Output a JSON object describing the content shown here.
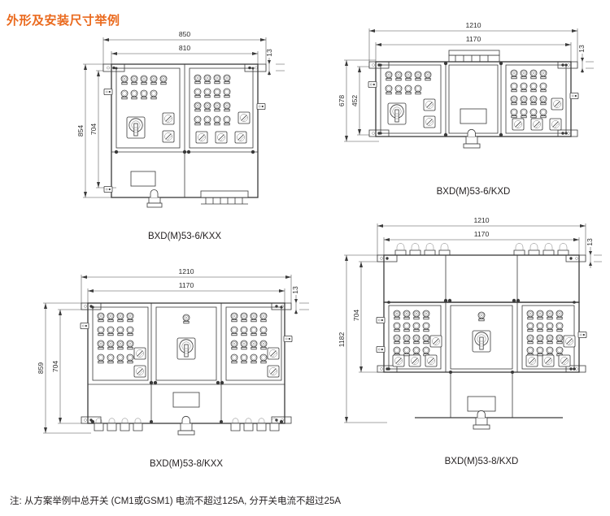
{
  "page": {
    "title": "外形及安装尺寸举例",
    "title_color": "#ea6a1e",
    "footnote": "注:  从方案举例中总开关 (CM1或GSM1) 电流不超过125A,  分开关电流不超过25A",
    "background": "#ffffff",
    "line_color": "#3a3a3a"
  },
  "figures": [
    {
      "id": "fig-bxd53-6-kxx",
      "caption": "BXD(M)53-6/KXX",
      "panels": 2,
      "has_center_panel": false,
      "dimensions": {
        "overall_width": "850",
        "inner_width": "810",
        "overall_height": "854",
        "inner_height": "704",
        "bracket_thickness": "13"
      }
    },
    {
      "id": "fig-bxd53-6-kxd",
      "caption": "BXD(M)53-6/KXD",
      "panels": 2,
      "has_center_panel": true,
      "dimensions": {
        "overall_width": "1210",
        "inner_width": "1170",
        "overall_height": "678",
        "inner_height": "452",
        "bracket_thickness": "13"
      }
    },
    {
      "id": "fig-bxd53-8-kxx",
      "caption": "BXD(M)53-8/KXX",
      "panels": 3,
      "has_center_panel": true,
      "dimensions": {
        "overall_width": "1210",
        "inner_width": "1170",
        "overall_height": "859",
        "inner_height": "704",
        "bracket_thickness": "13"
      }
    },
    {
      "id": "fig-bxd53-8-kxd",
      "caption": "BXD(M)53-8/KXD",
      "panels": 3,
      "has_center_panel": true,
      "dimensions": {
        "overall_width": "1210",
        "inner_width": "1170",
        "overall_height": "1182",
        "inner_height": "704",
        "bracket_thickness": "13"
      }
    }
  ]
}
